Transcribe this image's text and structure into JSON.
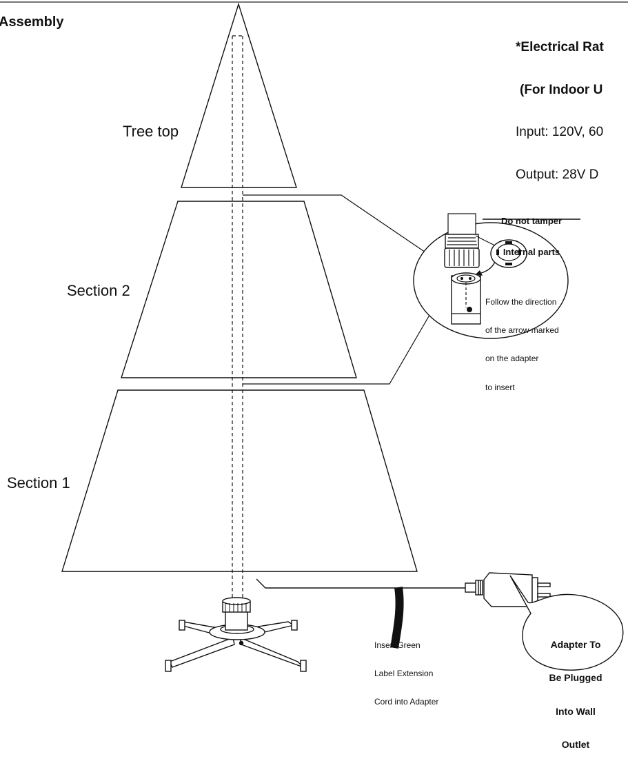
{
  "header": {
    "title": "Assembly",
    "rating_title_1": "*Electrical Rat",
    "rating_title_2": "(For Indoor U",
    "rating_input": "Input: 120V, 60",
    "rating_output": "Output: 28V D"
  },
  "tree": {
    "sections": [
      "Tree top",
      "Section 2",
      "Section 1"
    ]
  },
  "callout": {
    "warning_1": "Do not tamper",
    "warning_2": "Internal parts",
    "instruction_1": "Follow the direction",
    "instruction_2": "of the arrow marked",
    "instruction_3": "on the adapter",
    "instruction_4": "to insert"
  },
  "cord_note": {
    "line_1": "Insert Green",
    "line_2": "Label Extension",
    "line_3": "Cord into Adapter"
  },
  "adapter_bubble": {
    "line_1": "Adapter To",
    "line_2": "Be Plugged",
    "line_3": "Into Wall",
    "line_4": "Outlet"
  }
}
